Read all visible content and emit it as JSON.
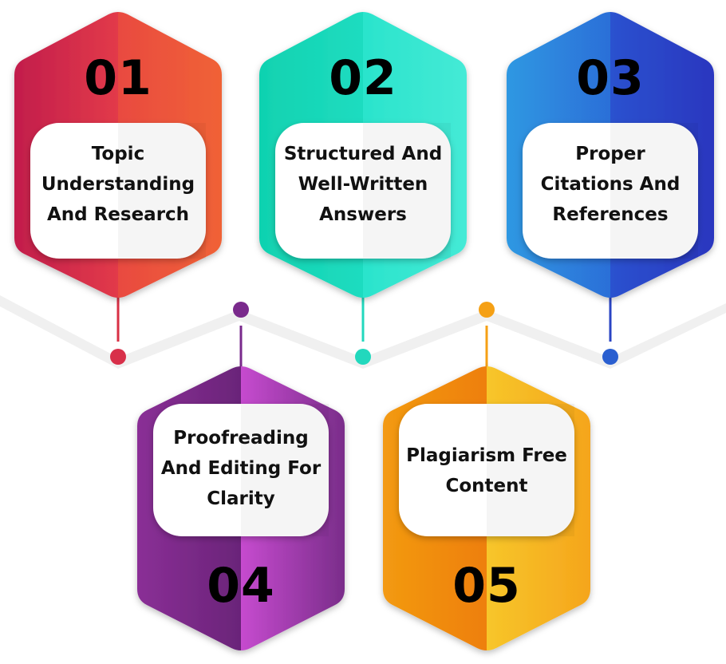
{
  "steps": [
    {
      "number": "01",
      "label": "Topic Understanding And Research",
      "colors": [
        "#c8234a",
        "#f05a3a"
      ]
    },
    {
      "number": "02",
      "label": "Structured And Well-Written Answers",
      "colors": [
        "#12d6b4",
        "#3ee8d0"
      ]
    },
    {
      "number": "03",
      "label": "Proper Citations And References",
      "colors": [
        "#2d8fe0",
        "#2a3fc4"
      ]
    },
    {
      "number": "04",
      "label": "Proofreading And Editing For Clarity",
      "colors": [
        "#7a2a8c",
        "#c445c9"
      ]
    },
    {
      "number": "05",
      "label": "Plagiarism Free Content",
      "colors": [
        "#f08a10",
        "#f7c328"
      ]
    }
  ]
}
